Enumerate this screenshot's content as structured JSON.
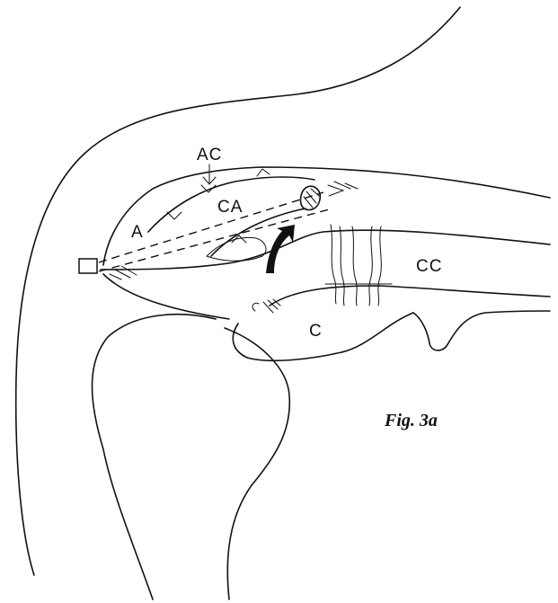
{
  "labels": {
    "ac": "AC",
    "ca": "CA",
    "a": "A",
    "cc": "CC",
    "c": "C"
  },
  "caption": "Fig. 3a"
}
